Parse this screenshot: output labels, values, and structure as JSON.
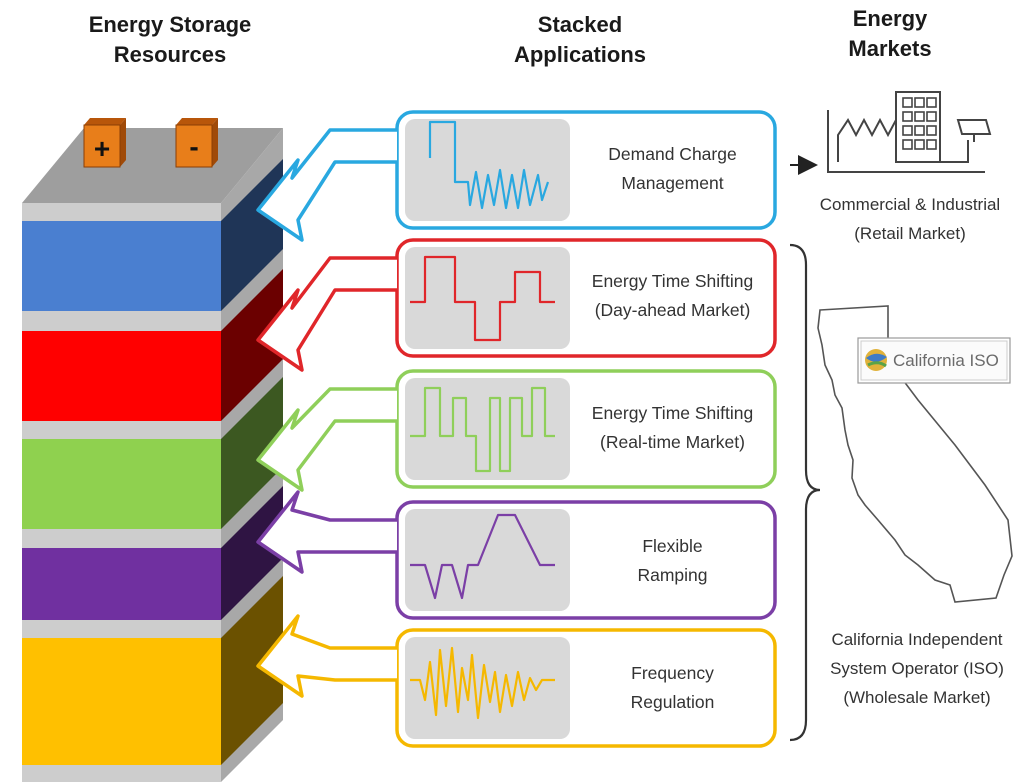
{
  "headers": {
    "storage": [
      "Energy Storage",
      "Resources"
    ],
    "applications": [
      "Stacked",
      "Applications"
    ],
    "markets": [
      "Energy",
      "Markets"
    ]
  },
  "battery": {
    "terminal_plus": "+",
    "terminal_minus": "-",
    "layer_colors": [
      "#4a7fd0",
      "#ff0000",
      "#8fd14f",
      "#7030a0",
      "#ffc000"
    ]
  },
  "applications": [
    {
      "lines": [
        "Demand Charge",
        "Management"
      ],
      "color": "#29a8e0"
    },
    {
      "lines": [
        "Energy Time Shifting",
        "(Day-ahead Market)"
      ],
      "color": "#e0262a"
    },
    {
      "lines": [
        "Energy Time Shifting",
        "(Real-time Market)"
      ],
      "color": "#8fcf5a"
    },
    {
      "lines": [
        "Flexible",
        "Ramping"
      ],
      "color": "#7b3fa6"
    },
    {
      "lines": [
        "Frequency",
        "Regulation"
      ],
      "color": "#f5b800"
    }
  ],
  "markets": {
    "retail": [
      "Commercial & Industrial",
      "(Retail Market)"
    ],
    "iso_logo": "California ISO",
    "wholesale": [
      "California Independent",
      "System Operator (ISO)",
      "(Wholesale Market)"
    ]
  }
}
